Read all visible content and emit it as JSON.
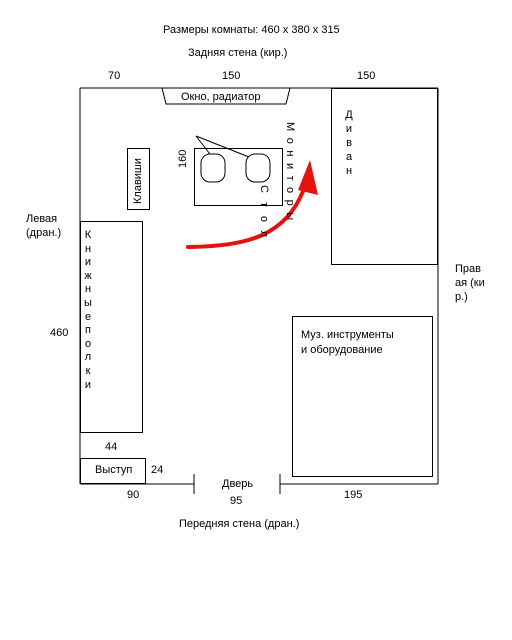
{
  "title": "Размеры комнаты: 460 х 380 х 315",
  "walls": {
    "back": "Задняя стена (кир.)",
    "front": "Передняя стена (дран.)",
    "left": "Левая (дран.)",
    "right": "Правая (кир.)"
  },
  "dimensions": {
    "top_left": "70",
    "top_mid": "150",
    "top_right": "150",
    "left_height": "460",
    "desk_depth": "160",
    "ledge_depth": "44",
    "ledge_width": "24",
    "bottom_left": "90",
    "door_width": "95",
    "bottom_right": "195"
  },
  "items": {
    "window": "Окно, радиатор",
    "monitors": "Мониторы",
    "desk": "Стол",
    "keys": "Клавиши",
    "sofa": "Диван",
    "shelves": "Книжные полки",
    "music_line1": "Муз. инструменты",
    "music_line2": "и оборудование",
    "ledge": "Выступ",
    "door": "Дверь"
  },
  "colors": {
    "arrow": "#e8120c",
    "line": "#000000"
  }
}
